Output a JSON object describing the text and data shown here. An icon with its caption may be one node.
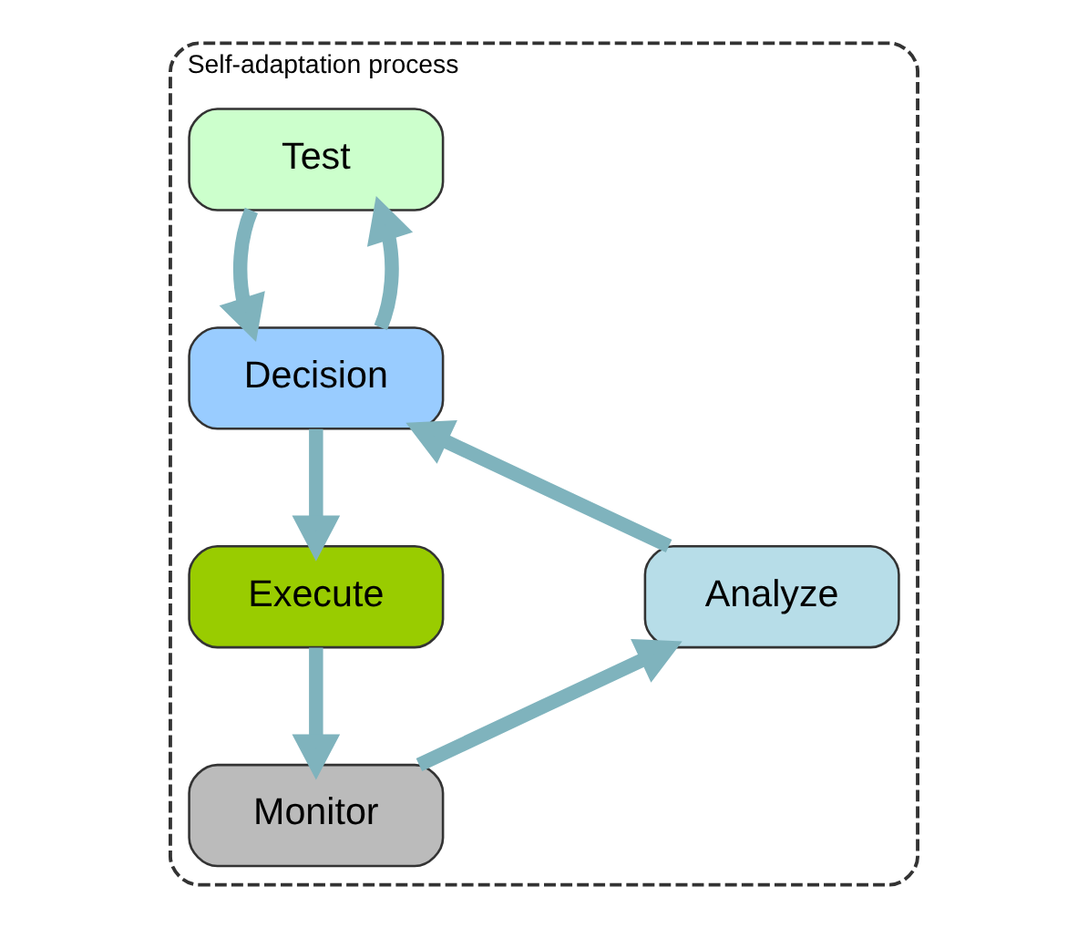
{
  "diagram": {
    "nodes": [
      {
        "text": [
          "Self-adaptation process"
        ]
      },
      {
        "text": [
          "Test"
        ],
        "in": 0
      },
      {
        "text": [
          "Decision"
        ],
        "in": 0
      },
      {
        "text": [
          "Execute"
        ],
        "in": 0
      },
      {
        "text": [
          "Monitor"
        ],
        "in": 0
      },
      {
        "text": [
          "Analyze"
        ],
        "in": 0
      }
    ],
    "edges": [
      {
        "from": 2,
        "to": 1,
        "arrow": "to"
      },
      {
        "from": 1,
        "to": 2,
        "arrow": "to"
      },
      {
        "from": 2,
        "to": 3,
        "arrow": "to"
      },
      {
        "from": 3,
        "to": 4,
        "arrow": "to"
      },
      {
        "from": 4,
        "to": 5,
        "arrow": "to"
      },
      {
        "from": 5,
        "to": 2,
        "arrow": "to"
      }
    ]
  }
}
